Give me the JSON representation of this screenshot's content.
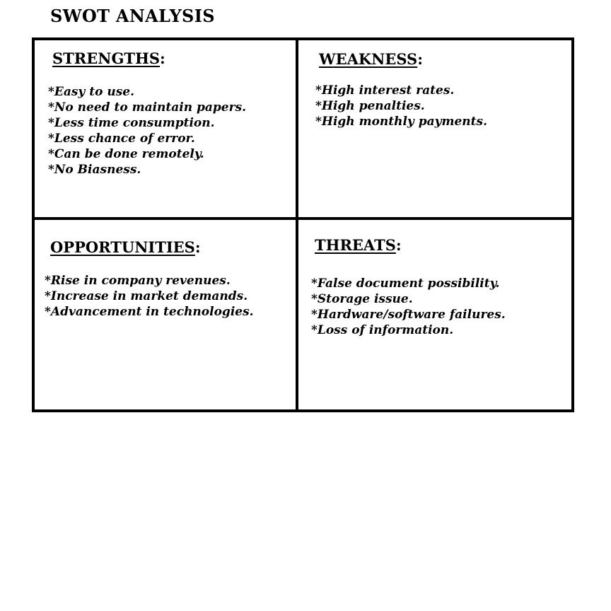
{
  "title": "SWOT ANALYSIS",
  "quadrants": {
    "strengths": {
      "heading": "STRENGTHS",
      "items": [
        "*Easy to use.",
        "*No need to maintain papers.",
        "*Less time consumption.",
        "*Less chance of error.",
        "*Can be done remotely.",
        "*No Biasness."
      ]
    },
    "weakness": {
      "heading": "WEAKNESS",
      "items": [
        "*High interest rates.",
        "*High penalties.",
        "*High monthly payments."
      ]
    },
    "opportunities": {
      "heading": "OPPORTUNITIES",
      "items": [
        "*Rise in company revenues.",
        "*Increase in market demands.",
        "*Advancement in technologies."
      ]
    },
    "threats": {
      "heading": "THREATS",
      "items": [
        "*False document possibility.",
        "*Storage issue.",
        "*Hardware/software failures.",
        "*Loss of information."
      ]
    }
  }
}
